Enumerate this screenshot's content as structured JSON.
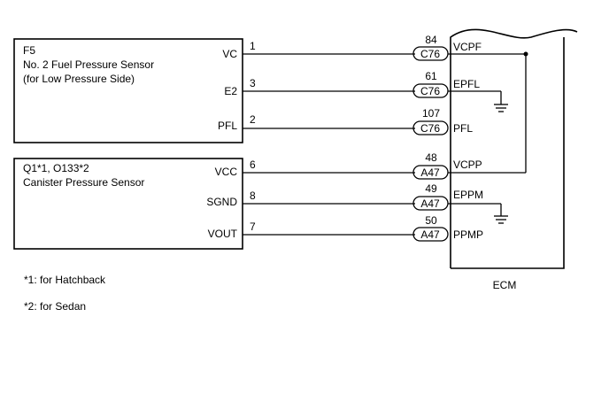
{
  "sensor1": {
    "code": "F5",
    "name_line1": "No. 2 Fuel Pressure Sensor",
    "name_line2": "(for Low Pressure Side)",
    "terminals": [
      "VC",
      "E2",
      "PFL"
    ]
  },
  "sensor2": {
    "code": "Q1*1, O133*2",
    "name": "Canister Pressure Sensor",
    "terminals": [
      "VCC",
      "SGND",
      "VOUT"
    ]
  },
  "wires": [
    {
      "pin": "1",
      "ecm_pin": "84",
      "connector": "C76",
      "ecm_terminal": "VCPF"
    },
    {
      "pin": "3",
      "ecm_pin": "61",
      "connector": "C76",
      "ecm_terminal": "EPFL"
    },
    {
      "pin": "2",
      "ecm_pin": "107",
      "connector": "C76",
      "ecm_terminal": "PFL"
    },
    {
      "pin": "6",
      "ecm_pin": "48",
      "connector": "A47",
      "ecm_terminal": "VCPP"
    },
    {
      "pin": "8",
      "ecm_pin": "49",
      "connector": "A47",
      "ecm_terminal": "EPPM"
    },
    {
      "pin": "7",
      "ecm_pin": "50",
      "connector": "A47",
      "ecm_terminal": "PPMP"
    }
  ],
  "ecm_label": "ECM",
  "notes": [
    "*1: for Hatchback",
    "*2: for Sedan"
  ]
}
